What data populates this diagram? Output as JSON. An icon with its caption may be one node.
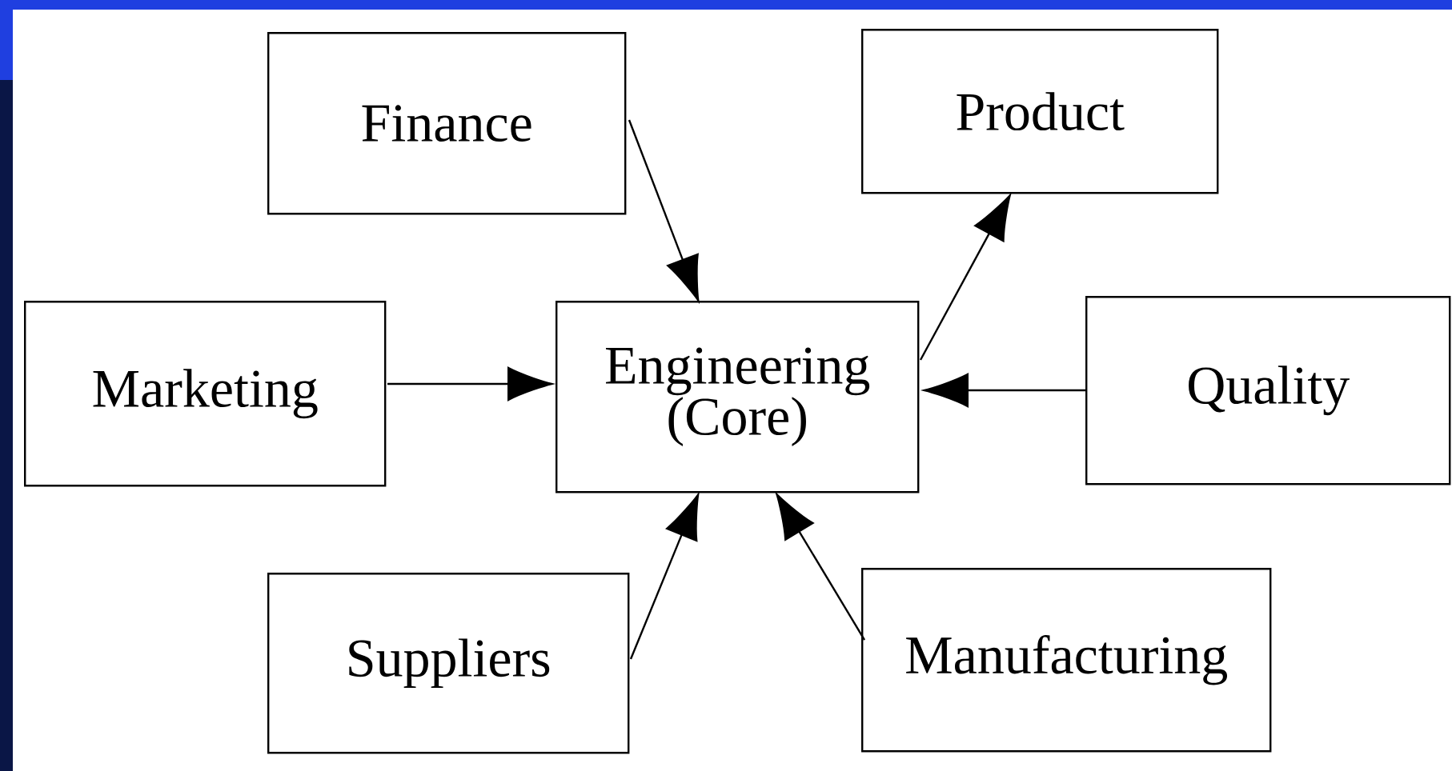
{
  "diagram": {
    "nodes": [
      {
        "text": [
          "Finance"
        ]
      },
      {
        "text": [
          "Product"
        ]
      },
      {
        "text": [
          "Marketing"
        ]
      },
      {
        "text": [
          "Engineering (Core)"
        ]
      },
      {
        "text": [
          "Quality"
        ]
      },
      {
        "text": [
          "Suppliers"
        ]
      },
      {
        "text": [
          "Manufacturing"
        ]
      }
    ],
    "edges": [
      {
        "from": 0,
        "to": 3,
        "arrow": "to"
      },
      {
        "from": 3,
        "to": 1,
        "arrow": "to"
      },
      {
        "from": 2,
        "to": 3,
        "arrow": "to"
      },
      {
        "from": 4,
        "to": 3,
        "arrow": "to"
      },
      {
        "from": 5,
        "to": 3,
        "arrow": "to"
      },
      {
        "from": 6,
        "to": 3,
        "arrow": "to"
      }
    ]
  }
}
